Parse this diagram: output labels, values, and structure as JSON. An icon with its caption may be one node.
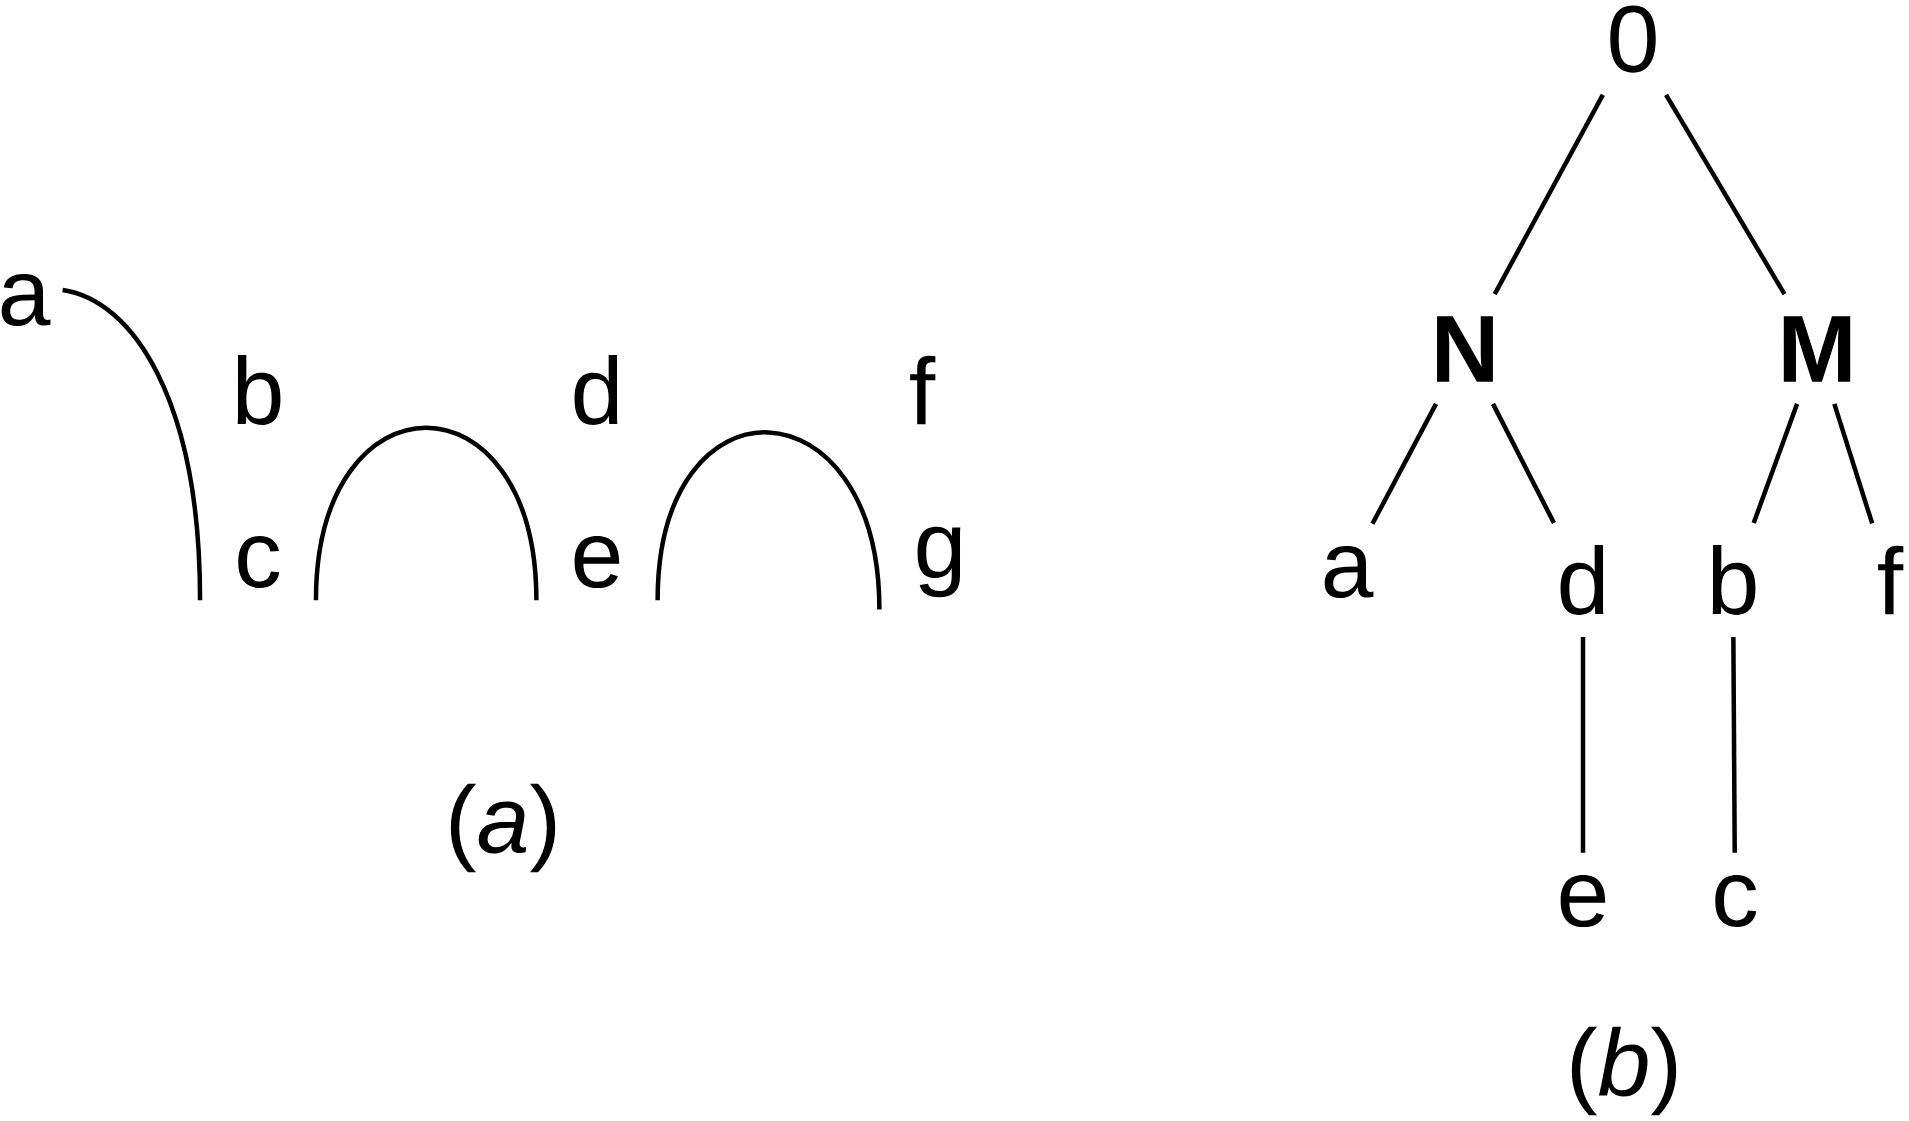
{
  "diagram": {
    "nodes": [
      {
        "text": [
          "a"
        ]
      },
      {
        "text": [
          "b"
        ]
      },
      {
        "text": [
          "c"
        ]
      },
      {
        "text": [
          "d"
        ]
      },
      {
        "text": [
          "e"
        ]
      },
      {
        "text": [
          "f"
        ]
      },
      {
        "text": [
          "g"
        ]
      },
      {
        "text": [
          "0"
        ]
      },
      {
        "text": [
          "N"
        ]
      },
      {
        "text": [
          "M"
        ]
      },
      {
        "text": [
          "a"
        ]
      },
      {
        "text": [
          "d"
        ]
      },
      {
        "text": [
          "b"
        ]
      },
      {
        "text": [
          "f"
        ]
      },
      {
        "text": [
          "e"
        ]
      },
      {
        "text": [
          "c"
        ]
      }
    ],
    "edges": [
      {
        "from": 0,
        "to": 2,
        "arrow": "none"
      },
      {
        "from": 2,
        "to": 4,
        "arrow": "none"
      },
      {
        "from": 4,
        "to": 6,
        "arrow": "none"
      },
      {
        "from": 7,
        "to": 8,
        "arrow": "none"
      },
      {
        "from": 7,
        "to": 9,
        "arrow": "none"
      },
      {
        "from": 8,
        "to": 10,
        "arrow": "none"
      },
      {
        "from": 8,
        "to": 11,
        "arrow": "none"
      },
      {
        "from": 9,
        "to": 12,
        "arrow": "none"
      },
      {
        "from": 9,
        "to": 13,
        "arrow": "none"
      },
      {
        "from": 11,
        "to": 14,
        "arrow": "none"
      },
      {
        "from": 12,
        "to": 15,
        "arrow": "none"
      }
    ],
    "labels": [
      "(*a*)",
      "(*b*)"
    ]
  }
}
